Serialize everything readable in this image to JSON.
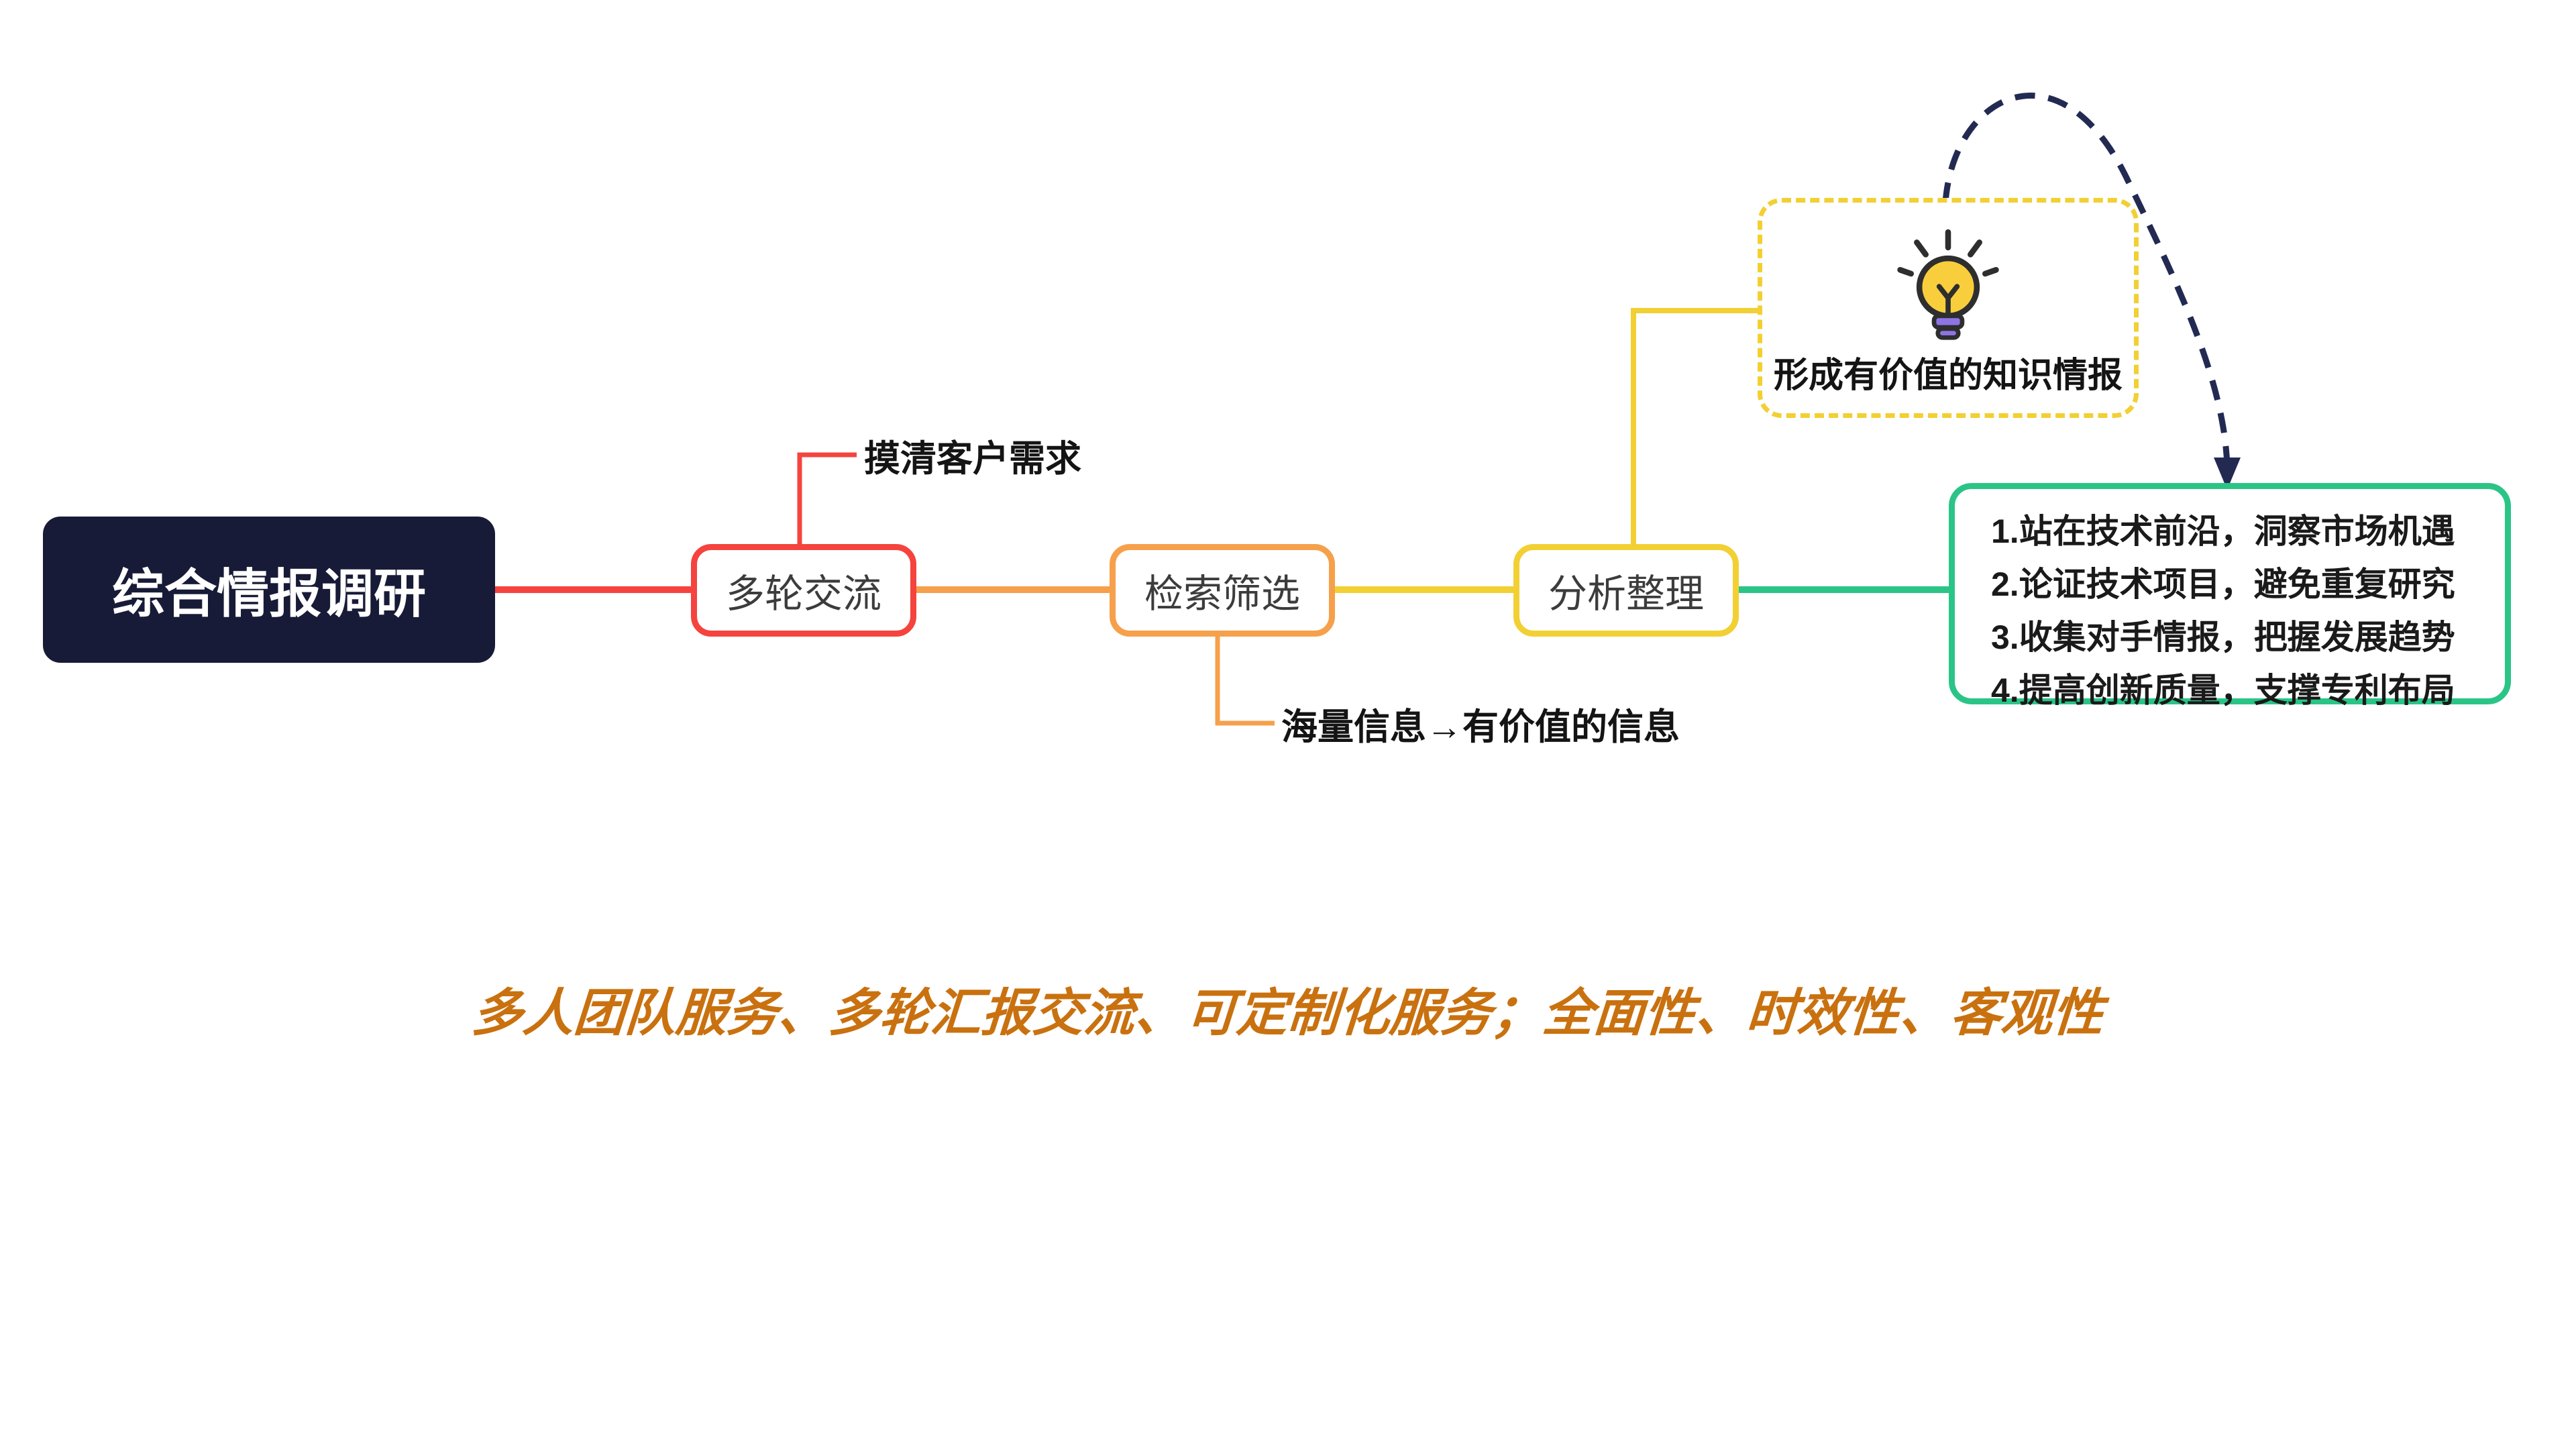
{
  "root": {
    "label": "综合情报调研"
  },
  "nodes": [
    {
      "label": "多轮交流"
    },
    {
      "label": "检索筛选"
    },
    {
      "label": "分析整理"
    }
  ],
  "annotations": [
    {
      "text": "摸清客户需求",
      "attached_to": "多轮交流"
    },
    {
      "text": "海量信息→有价值的信息",
      "attached_to": "检索筛选"
    }
  ],
  "idea_box": {
    "icon": "lightbulb-icon",
    "label": "形成有价值的知识情报"
  },
  "result_box": {
    "lines": [
      "1.站在技术前沿，洞察市场机遇",
      "2.论证技术项目，避免重复研究",
      "3.收集对手情报，把握发展趋势",
      "4.提高创新质量，支撑专利布局"
    ]
  },
  "footer": {
    "text": "多人团队服务、多轮汇报交流、可定制化服务；全面性、时效性、客观性"
  },
  "colors": {
    "navy": "#181B37",
    "red": "#F5433E",
    "orange": "#F6A04B",
    "yellow": "#F2D034",
    "green": "#2BC487",
    "arrow-navy": "#232A52",
    "footer-orange": "#C9710F",
    "node-text": "#3C3C3C",
    "annotation-text": "#141414",
    "bulb-yellow": "#F8CE3C",
    "bulb-purple": "#8E74E4",
    "bulb-outline": "#2E2E2E"
  }
}
